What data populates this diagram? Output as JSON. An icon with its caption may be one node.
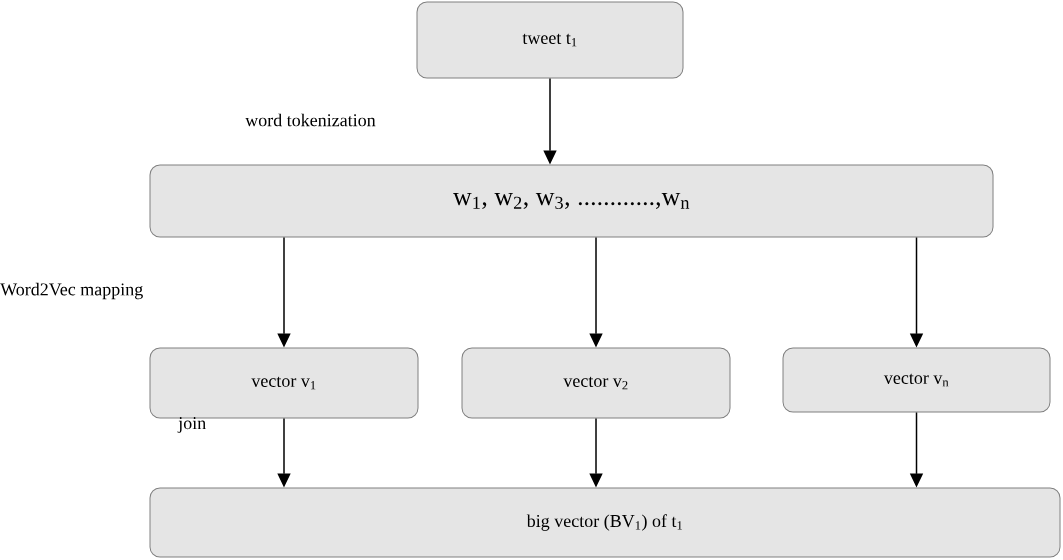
{
  "diagram": {
    "nodes": [
      {
        "text": [
          "tweet t$_{1}$"
        ]
      },
      {
        "text": [
          "w$_{1}$, w$_{2}$, w$_{3}$, ............,w$_{n}$"
        ]
      },
      {
        "text": [
          "vector v$_{1}$"
        ]
      },
      {
        "text": [
          "vector v$_{2}$"
        ]
      },
      {
        "text": [
          "vector v$_{n}$"
        ]
      },
      {
        "text": [
          "big vector (BV$_{1}$) of t$_{1}$"
        ]
      }
    ],
    "edges": [
      {
        "from": 0,
        "to": 1,
        "arrow": "to"
      },
      {
        "from": 1,
        "to": 2,
        "arrow": "to"
      },
      {
        "from": 1,
        "to": 3,
        "arrow": "to"
      },
      {
        "from": 1,
        "to": 4,
        "arrow": "to"
      },
      {
        "from": 2,
        "to": 5,
        "arrow": "to"
      },
      {
        "from": 3,
        "to": 5,
        "arrow": "to"
      },
      {
        "from": 4,
        "to": 5,
        "arrow": "to"
      }
    ],
    "labels": [
      "word tokenization",
      "Word2Vec mapping",
      "join"
    ]
  }
}
